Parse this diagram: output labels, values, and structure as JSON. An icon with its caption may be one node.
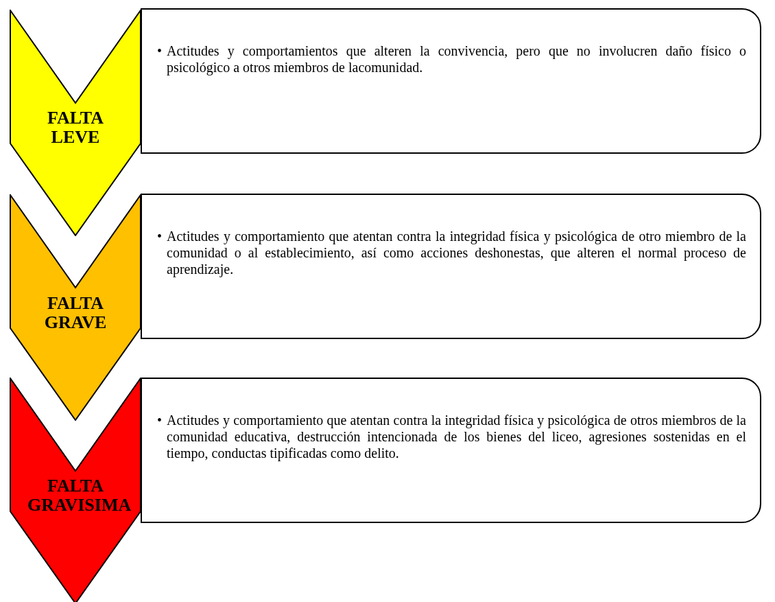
{
  "diagram": {
    "nodes": [
      {
        "text": [
          "FALTA LEVE"
        ]
      },
      {
        "text": [
          "•",
          "Actitudes y comportamientos que alteren la convivencia, pero que no involucren daño físico o psicológico a otros miembros de lacomunidad."
        ]
      },
      {
        "text": [
          "FALTA GRAVE"
        ]
      },
      {
        "text": [
          "•",
          "Actitudes y comportamiento que atentan contra la integridad física y psicológica de otro miembro de la comunidad o al establecimiento, así como acciones deshonestas, que alteren el normal proceso de aprendizaje."
        ]
      },
      {
        "text": [
          "FALTA GRAVISIMA"
        ]
      },
      {
        "text": [
          "•",
          "Actitudes y comportamiento que atentan contra la integridad física y psicológica de otros miembros de la comunidad educativa, destrucción intencionada de los bienes del liceo, agresiones sostenidas en el tiempo, conductas tipificadas como delito."
        ]
      }
    ],
    "edges": []
  }
}
